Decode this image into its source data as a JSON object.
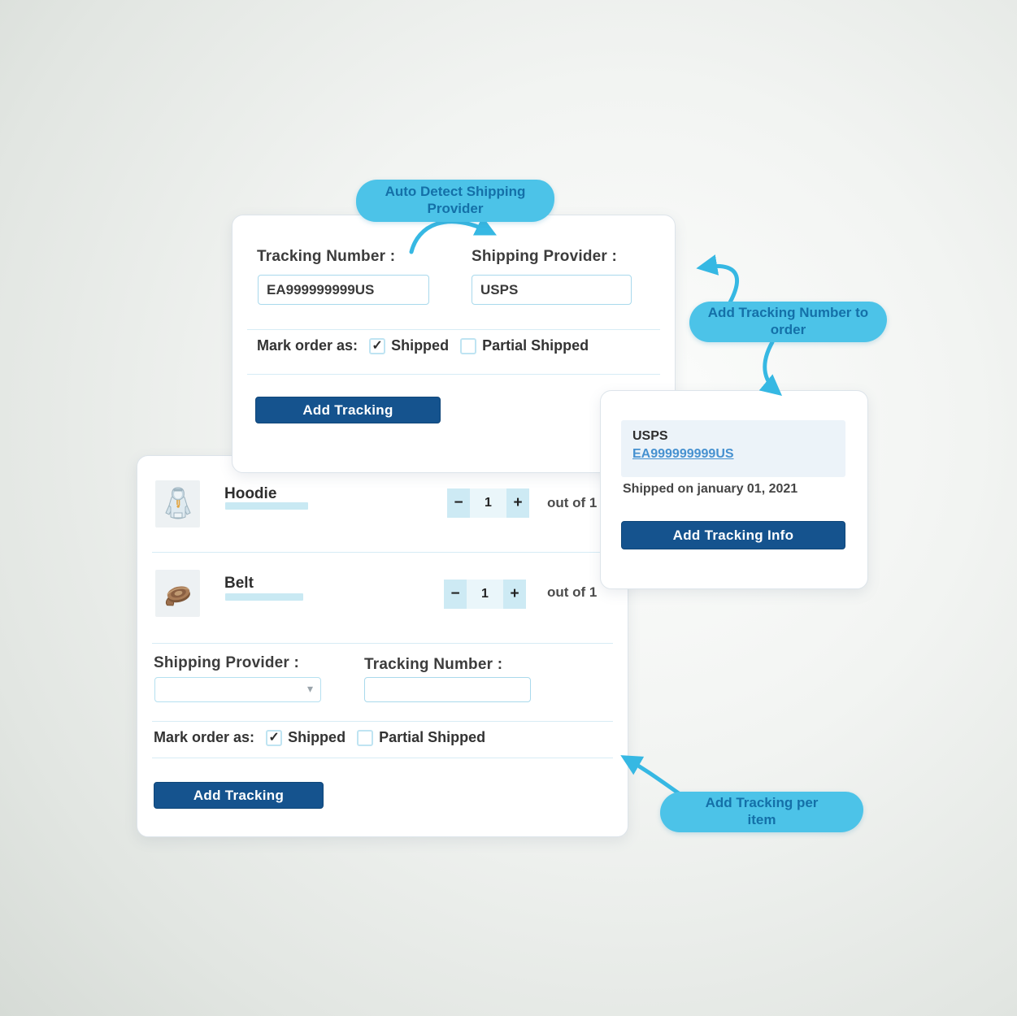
{
  "annotations": {
    "auto_detect": "Auto Detect Shipping Provider",
    "add_to_order": "Add Tracking Number to order",
    "per_item": "Add Tracking per item"
  },
  "order_form": {
    "tracking_number_label": "Tracking Number :",
    "tracking_number_value": "EA999999999US",
    "shipping_provider_label": "Shipping Provider :",
    "shipping_provider_value": "USPS",
    "mark_order_as_label": "Mark order as:",
    "shipped_label": "Shipped",
    "shipped_checked": true,
    "partial_shipped_label": "Partial Shipped",
    "partial_shipped_checked": false,
    "add_tracking_button": "Add Tracking"
  },
  "tracking_summary": {
    "provider": "USPS",
    "tracking_number_link": "EA999999999US",
    "shipped_on": "Shipped on january 01, 2021",
    "add_tracking_info_button": "Add Tracking Info"
  },
  "item_form": {
    "items": [
      {
        "name": "Hoodie",
        "quantity": "1",
        "out_of": "out of 1"
      },
      {
        "name": "Belt",
        "quantity": "1",
        "out_of": "out of 1"
      }
    ],
    "shipping_provider_label": "Shipping Provider :",
    "shipping_provider_value": "",
    "tracking_number_label": "Tracking Number :",
    "tracking_number_value": "",
    "mark_order_as_label": "Mark order as:",
    "shipped_label": "Shipped",
    "shipped_checked": true,
    "partial_shipped_label": "Partial Shipped",
    "partial_shipped_checked": false,
    "add_tracking_button": "Add Tracking"
  },
  "icons": {
    "check": "✓",
    "minus": "−",
    "plus": "+",
    "dropdown_caret": "▾"
  },
  "colors": {
    "bubble_bg": "#4cc3e8",
    "bubble_text": "#1470a8",
    "primary_button_bg": "#15538e",
    "link": "#4691d0",
    "accent_light": "#cdeaf4"
  }
}
